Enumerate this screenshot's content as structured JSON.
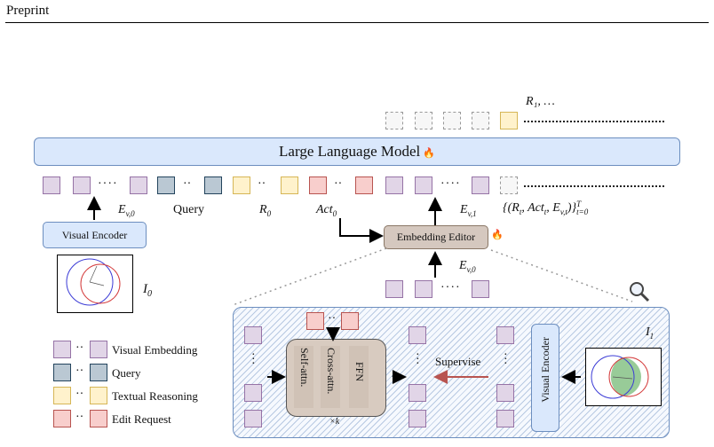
{
  "header": {
    "title": "Preprint"
  },
  "llm": {
    "label": "Large Language Model",
    "fire": "🔥"
  },
  "top_output": {
    "label": "R₁, …"
  },
  "sequence": {
    "dots": "‥‥",
    "ev0": "E",
    "ev0_sub": "v,0",
    "query": "Query",
    "r0": "R",
    "r0_sub": "0",
    "act0": "Act",
    "act0_sub": "0",
    "ev1": "E",
    "ev1_sub": "v,1",
    "formula": "{(R",
    "formula_sub1": "t",
    "formula_mid1": ", Act",
    "formula_sub2": "t",
    "formula_mid2": ", E",
    "formula_sub3": "v,t",
    "formula_end": ")}",
    "formula_sup": "T",
    "formula_sub4": "t=0"
  },
  "visual_encoder_left": {
    "label": "Visual Encoder"
  },
  "image_i0": {
    "label": "I",
    "sub": "0"
  },
  "embedding_editor": {
    "label": "Embedding Editor",
    "fire": "🔥"
  },
  "editor_input": {
    "label": "E",
    "sub": "v,0"
  },
  "detail": {
    "self_attn": "Self-attn.",
    "cross_attn": "Cross-attn.",
    "ffn": "FFN",
    "times_k": "×k",
    "supervise": "Supervise",
    "visual_encoder": "Visual Encoder",
    "image_i1": "I",
    "image_i1_sub": "1"
  },
  "legend": [
    {
      "label": "Visual Embedding",
      "kind": "vis"
    },
    {
      "label": "Query",
      "kind": "qry"
    },
    {
      "label": "Textual Reasoning",
      "kind": "txt"
    },
    {
      "label": "Edit Request",
      "kind": "edt"
    }
  ],
  "colors": {
    "visual": "#e1d5e7",
    "query": "#bac8d3",
    "textual": "#fff2cc",
    "edit": "#f8cecc",
    "llm_fill": "#dae8fc",
    "editor_fill": "#d5c8bf",
    "transformer_fill": "#d8cbc0",
    "supervise_arrow": "#b85450"
  }
}
